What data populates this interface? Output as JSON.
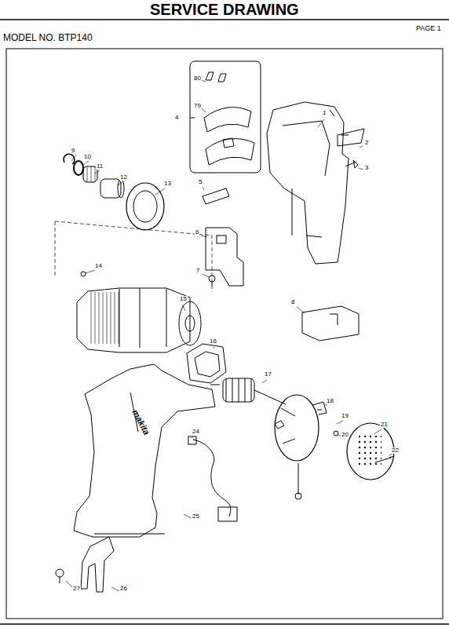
{
  "diagram": {
    "title": "SERVICE DRAWING",
    "labels": [
      "PAGE 1",
      "MODEL NO. BTP140",
      "80",
      "79",
      "4",
      "1",
      "2",
      "3",
      "9",
      "10",
      "11",
      "12",
      "13",
      "5",
      "6",
      "7",
      "14",
      "8",
      "15",
      "16",
      "17",
      "18",
      "19",
      "20",
      "21",
      "22",
      "24",
      "makita",
      "25",
      "27",
      "26"
    ]
  }
}
